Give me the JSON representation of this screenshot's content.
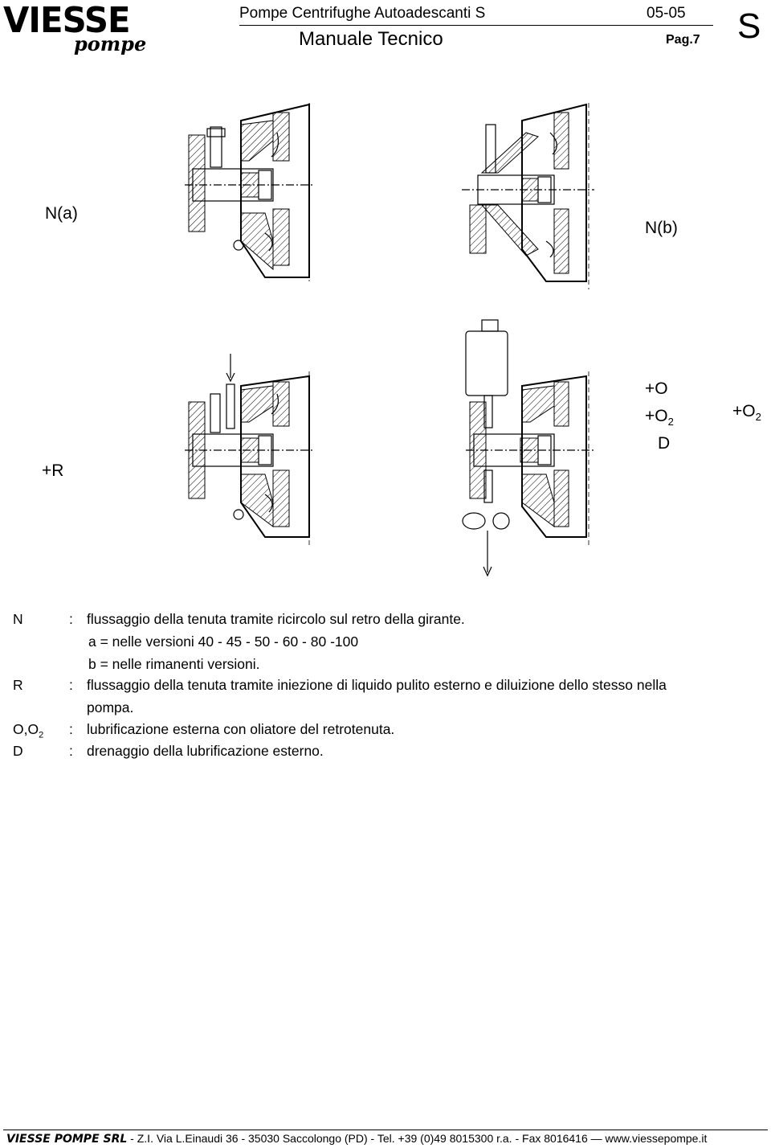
{
  "header": {
    "logo_main": "VIESSE",
    "logo_sub": "pompe",
    "title": "Pompe Centrifughe Autoadescanti  S",
    "code": "05-05",
    "subtitle": "Manuale Tecnico",
    "page": "Pag.7",
    "series_letter": "S"
  },
  "figures": {
    "label_na": "N(a)",
    "label_nb": "N(b)",
    "label_r": "+R",
    "label_o": "+O",
    "label_o2_base": "+O",
    "label_o2_sub": "2",
    "label_d": "D",
    "label_o2_right_base": "+O",
    "label_o2_right_sub": "2"
  },
  "legend": [
    {
      "key": "N",
      "text": "flussaggio della tenuta tramite ricircolo sul retro della girante."
    },
    {
      "key": "",
      "text": "a = nelle versioni 40 - 45 - 50 - 60 - 80 -100"
    },
    {
      "key": "",
      "text": "b = nelle rimanenti versioni."
    },
    {
      "key": "R",
      "text": "flussaggio della tenuta tramite iniezione di liquido pulito esterno e diluizione dello stesso nella"
    },
    {
      "key": "",
      "text": "pompa."
    },
    {
      "key": "O,O",
      "key_sub": "2",
      "text": "lubrificazione esterna con oliatore del retrotenuta."
    },
    {
      "key": "D",
      "text": "drenaggio della lubrificazione esterno."
    }
  ],
  "footer": {
    "brand": "VIESSE POMPE SRL",
    "address": " - Z.I. Via L.Einaudi 36 - 35030 Saccolongo  (PD) - Tel. +39 (0)49 8015300 r.a. - Fax 8016416 — www.viessepompe.it"
  }
}
